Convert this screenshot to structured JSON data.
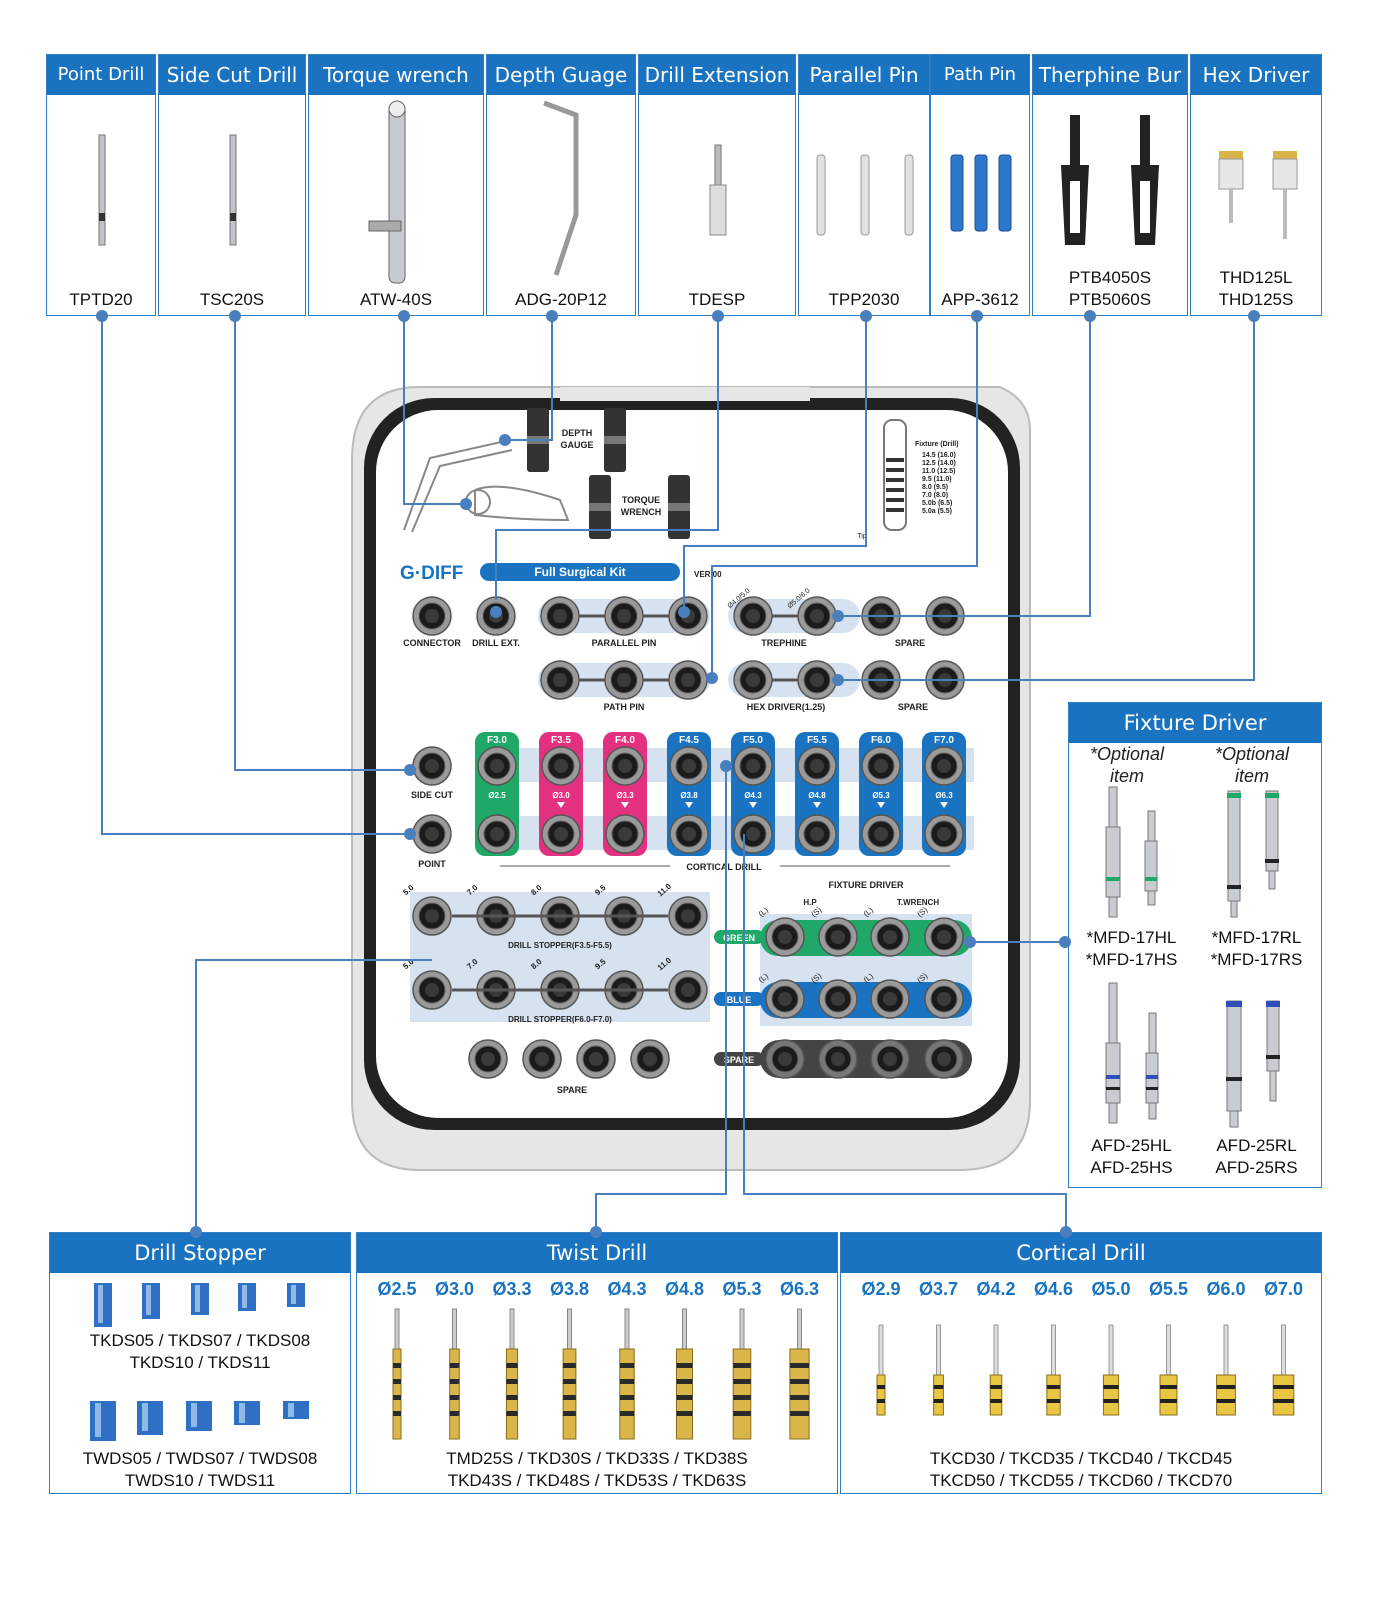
{
  "tool_cards": [
    {
      "title": "Point Drill",
      "codes": [
        "TPTD20"
      ]
    },
    {
      "title": "Side Cut Drill",
      "codes": [
        "TSC20S"
      ]
    },
    {
      "title": "Torque wrench",
      "codes": [
        "ATW-40S"
      ]
    },
    {
      "title": "Depth Guage",
      "codes": [
        "ADG-20P12"
      ]
    },
    {
      "title": "Drill Extension",
      "codes": [
        "TDESP"
      ]
    },
    {
      "title": "Parallel Pin",
      "codes": [
        "TPP2030"
      ]
    },
    {
      "title": "Path Pin",
      "codes": [
        "APP-3612"
      ]
    },
    {
      "title": "Therphine Bur",
      "codes": [
        "PTB4050S",
        "PTB5060S"
      ]
    },
    {
      "title": "Hex Driver",
      "codes": [
        "THD125L",
        "THD125S"
      ]
    }
  ],
  "fixture_driver": {
    "title": "Fixture Driver",
    "optional_note": "*Optional item",
    "codes_top_left": [
      "*MFD-17HL",
      "*MFD-17HS"
    ],
    "codes_top_right": [
      "*MFD-17RL",
      "*MFD-17RS"
    ],
    "codes_bottom_left": [
      "AFD-25HL",
      "AFD-25HS"
    ],
    "codes_bottom_right": [
      "AFD-25RL",
      "AFD-25RS"
    ]
  },
  "drill_stopper": {
    "title": "Drill Stopper",
    "codes_top": [
      "TKDS05 / TKDS07 / TKDS08",
      "TKDS10 / TKDS11"
    ],
    "codes_bottom": [
      "TWDS05 / TWDS07 / TWDS08",
      "TWDS10 / TWDS11"
    ]
  },
  "twist_drill": {
    "title": "Twist Drill",
    "sizes": [
      "Ø2.5",
      "Ø3.0",
      "Ø3.3",
      "Ø3.8",
      "Ø4.3",
      "Ø4.8",
      "Ø5.3",
      "Ø6.3"
    ],
    "codes": [
      "TMD25S / TKD30S / TKD33S / TKD38S",
      "TKD43S / TKD48S / TKD53S / TKD63S"
    ]
  },
  "cortical_drill": {
    "title": "Cortical Drill",
    "sizes": [
      "Ø2.9",
      "Ø3.7",
      "Ø4.2",
      "Ø4.6",
      "Ø5.0",
      "Ø5.5",
      "Ø6.0",
      "Ø7.0"
    ],
    "codes": [
      "TKCD30 / TKCD35 / TKCD40 / TKCD45",
      "TKCD50 / TKCD55 / TKCD60 / TKCD70"
    ]
  },
  "kit": {
    "brand": "G·DIFF",
    "name": "Full Surgical Kit",
    "version": "VER.00",
    "depth_gauge": [
      "DEPTH",
      "GAUGE"
    ],
    "torque_wrench": [
      "TORQUE",
      "WRENCH"
    ],
    "fixture_scale_title": "Fixture (Drill)",
    "fixture_scale": [
      "14.5 (16.0)",
      "12.5 (14.0)",
      "11.0 (12.5)",
      "9.5 (11.0)",
      "8.0 (9.5)",
      "7.0 (8.0)",
      "5.0b (6.5)",
      "5.0a (5.5)"
    ],
    "tip_label": "Tip",
    "connector": "CONNECTOR",
    "drill_ext": "DRILL EXT.",
    "parallel_pin": "PARALLEL PIN",
    "trephine": "TREPHINE",
    "trephine_sizes": [
      "Ø4.0/5.0",
      "Ø5.0/6.0"
    ],
    "spare": "SPARE",
    "path_pin": "PATH PIN",
    "hex_driver": "HEX DRIVER(1.25)",
    "side_cut": "SIDE CUT",
    "point": "POINT",
    "cortical_drill": "CORTICAL DRILL",
    "fixture_labels": [
      "F3.0",
      "F3.5",
      "F4.0",
      "F4.5",
      "F5.0",
      "F5.5",
      "F6.0",
      "F7.0"
    ],
    "drill_labels": [
      "Ø2.5",
      "Ø3.0",
      "Ø3.3",
      "Ø3.8",
      "Ø4.3",
      "Ø4.8",
      "Ø5.3",
      "Ø6.3"
    ],
    "stopper_lengths": [
      "5.0",
      "7.0",
      "8.0",
      "9.5",
      "11.0"
    ],
    "drill_stopper_1": "DRILL STOPPER(F3.5-F5.5)",
    "drill_stopper_2": "DRILL STOPPER(F6.0-F7.0)",
    "fixture_driver": "FIXTURE DRIVER",
    "hp": "H.P",
    "twrench": "T.WRENCH",
    "driver_sizes": [
      "(L)",
      "(S)",
      "(L)",
      "(S)"
    ],
    "green": "GREEN",
    "blue": "BLUE",
    "colors": {
      "blue": "#1a73c0",
      "green": "#1fa868",
      "pink": "#e4317f",
      "tray_bg": "#d7e2f1",
      "line": "#4a7fbd"
    }
  }
}
